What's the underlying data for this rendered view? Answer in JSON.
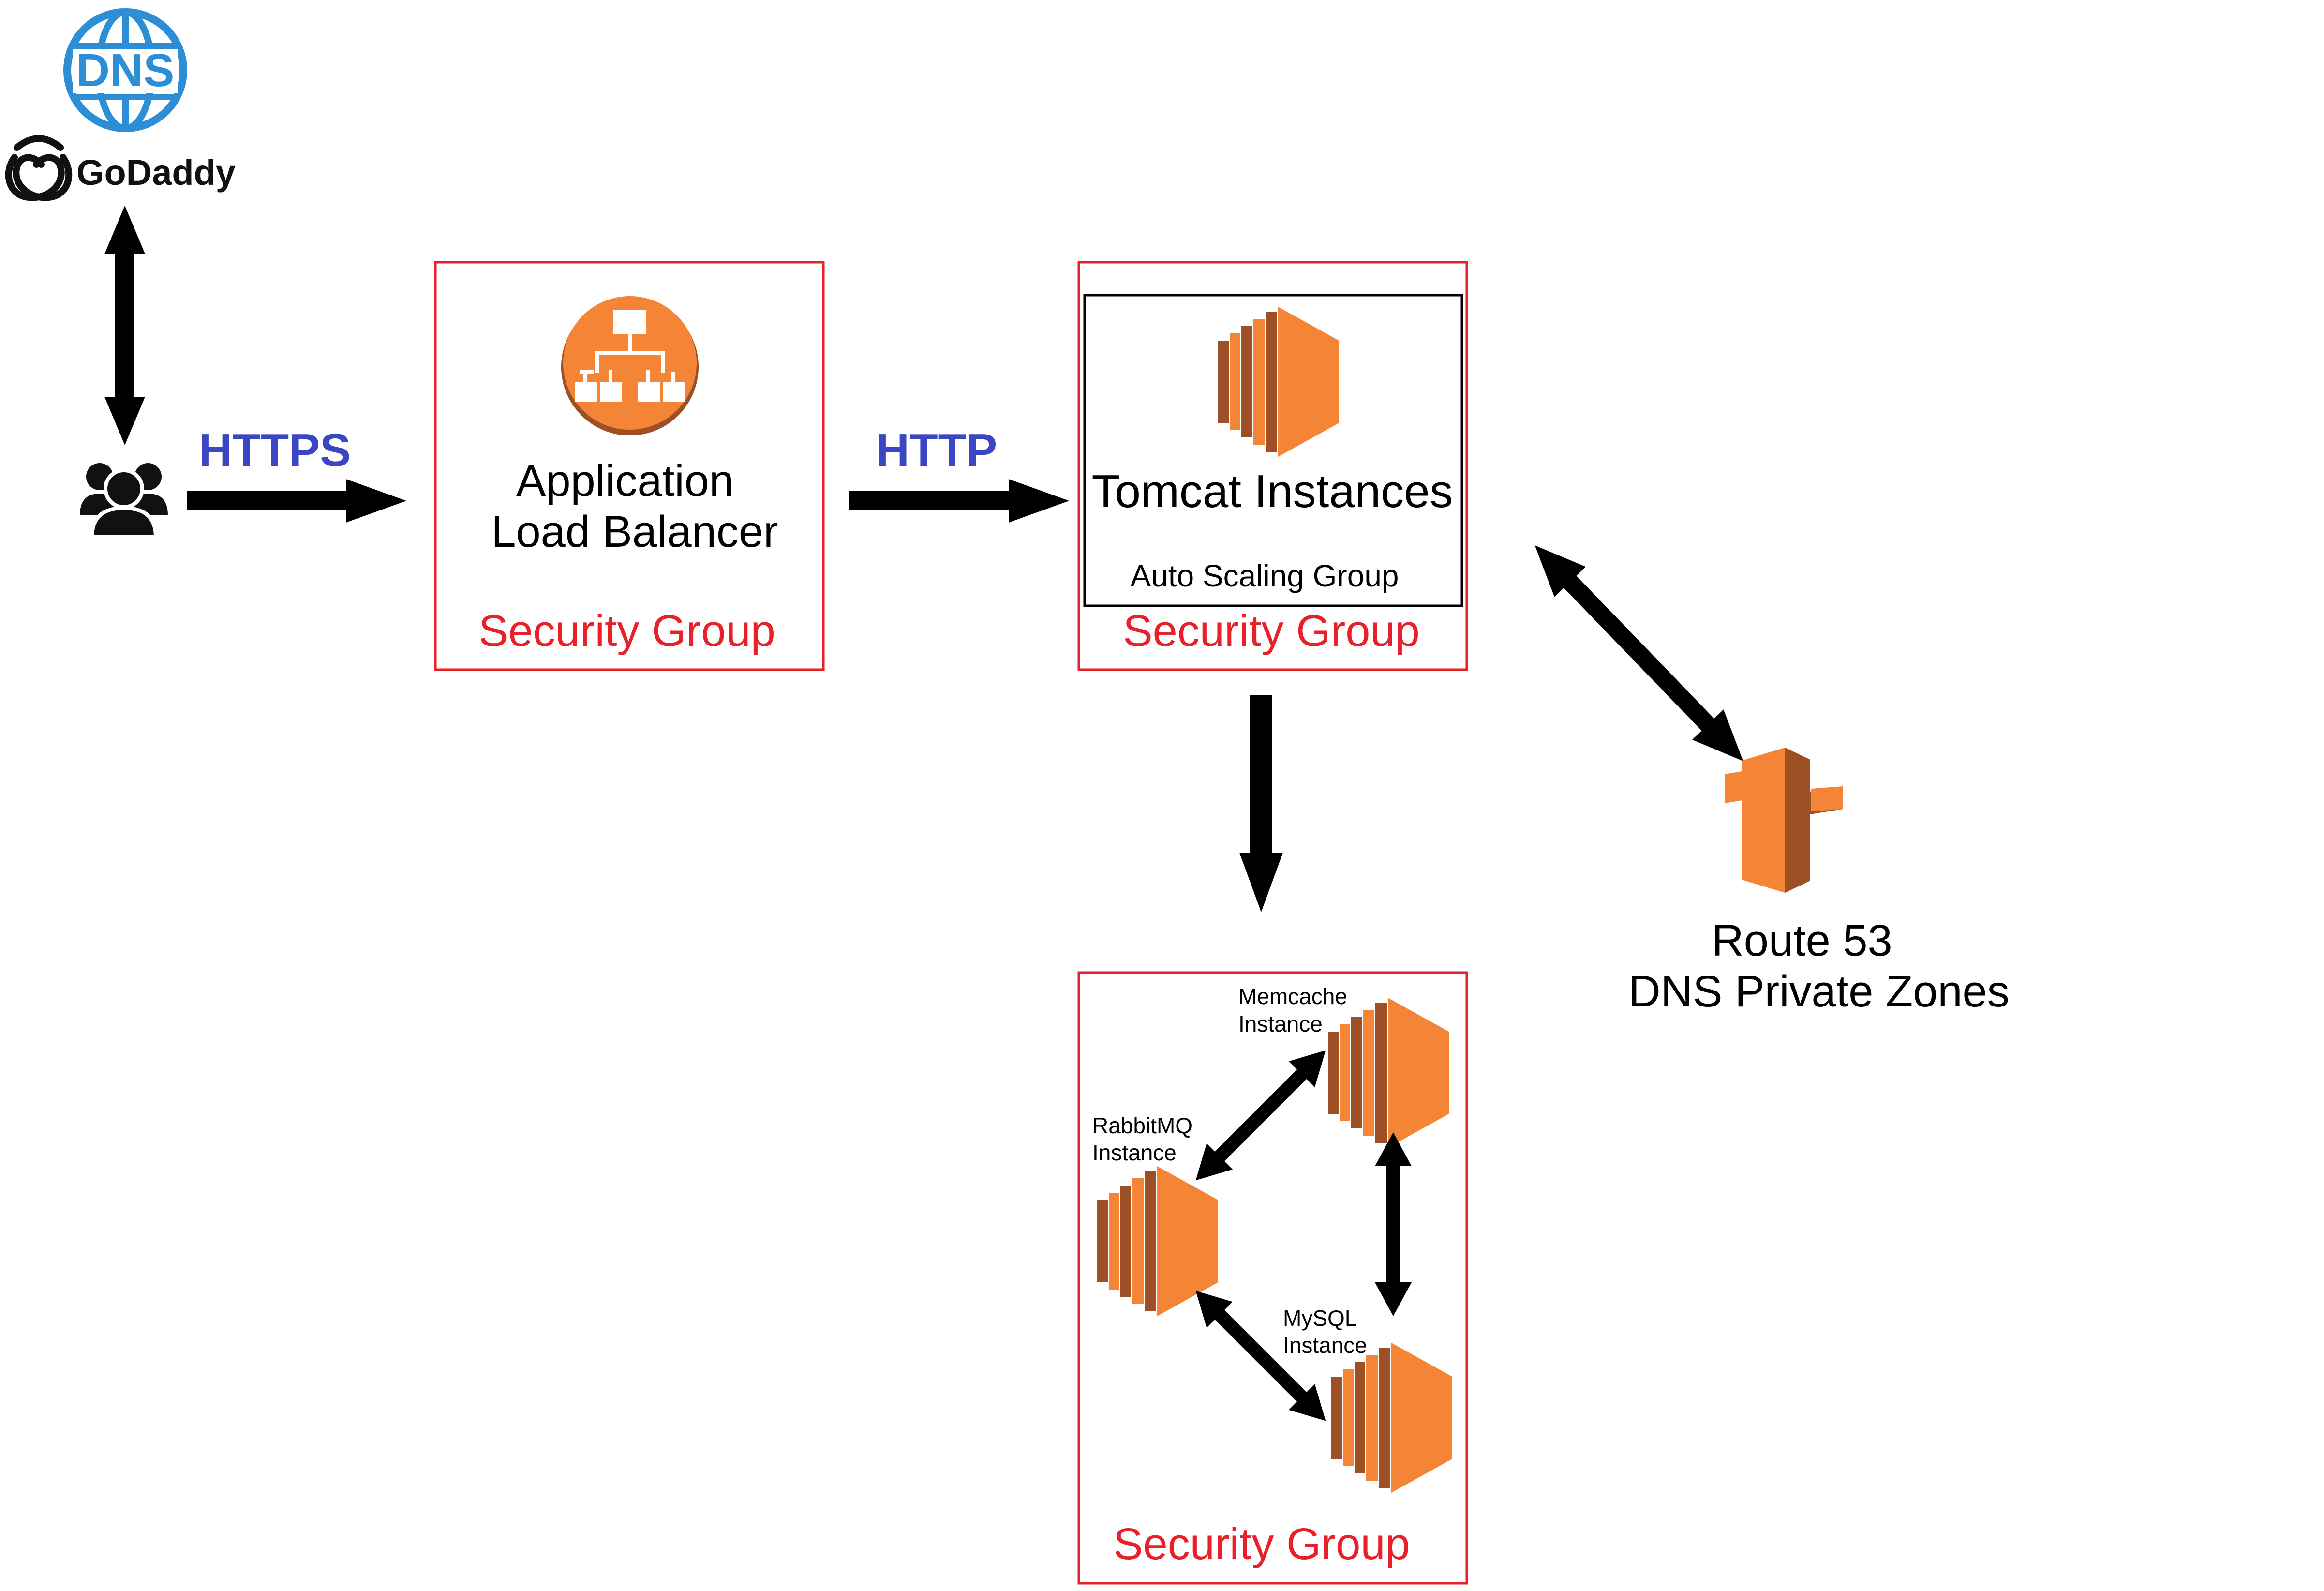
{
  "dns_logo": {
    "text": "DNS",
    "icon": "globe-dns-icon"
  },
  "godaddy_logo": {
    "text": "GoDaddy"
  },
  "users": {
    "icon": "users-group-icon"
  },
  "protocols": {
    "https": "HTTPS",
    "http": "HTTP"
  },
  "alb": {
    "title_line1": "Application",
    "title_line2": "Load Balancer",
    "group_label": "Security Group",
    "icon": "load-balancer-icon"
  },
  "tomcat": {
    "title": "Tomcat Instances",
    "asg_label": "Auto Scaling Group",
    "group_label": "Security Group",
    "icon": "ec2-instance-icon"
  },
  "backend": {
    "group_label": "Security Group",
    "memcache": {
      "line1": "Memcache",
      "line2": "Instance"
    },
    "rabbitmq": {
      "line1": "RabbitMQ",
      "line2": "Instance"
    },
    "mysql": {
      "line1": "MySQL",
      "line2": "Instance"
    }
  },
  "route53": {
    "line1": "Route 53",
    "line2": "DNS Private Zones",
    "icon": "route53-signpost-icon"
  },
  "colors": {
    "security_group": "#e8202a",
    "protocol_text": "#3b46c4",
    "aws_orange": "#f58536",
    "aws_orange_dark": "#9d5025",
    "dns_blue": "#2c8fd6",
    "arrow": "#000000"
  }
}
